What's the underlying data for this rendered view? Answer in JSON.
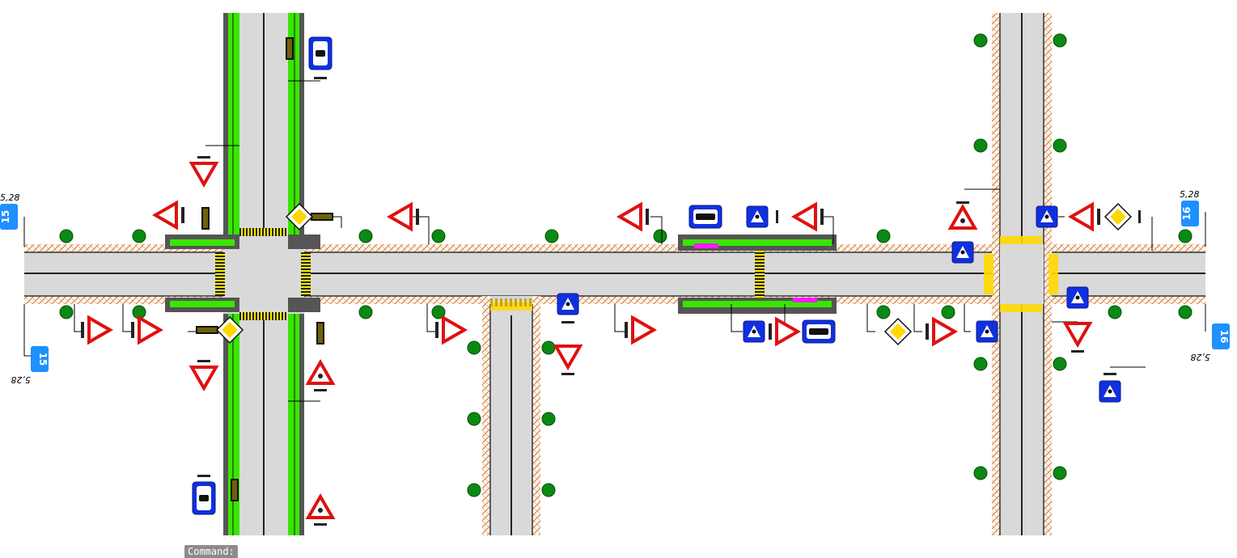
{
  "command_line": {
    "prompt": "Command:"
  },
  "markers": [
    {
      "id": "left-top",
      "number": "15",
      "value": "5,28"
    },
    {
      "id": "left-bottom",
      "number": "15",
      "value": "5,28"
    },
    {
      "id": "right-top",
      "number": "16",
      "value": "5,28"
    },
    {
      "id": "right-bottom",
      "number": "16",
      "value": "5,28"
    }
  ],
  "colors": {
    "asphalt": "#d9d9d9",
    "curb": "#555555",
    "median_green": "#39e600",
    "sidewalk_hatch": "#c97a3a",
    "tree": "#0a8a12",
    "sign_red": "#e01010",
    "sign_blue": "#1030e0",
    "sign_yellow": "#ffd800",
    "marker_blue": "#1e90ff"
  }
}
